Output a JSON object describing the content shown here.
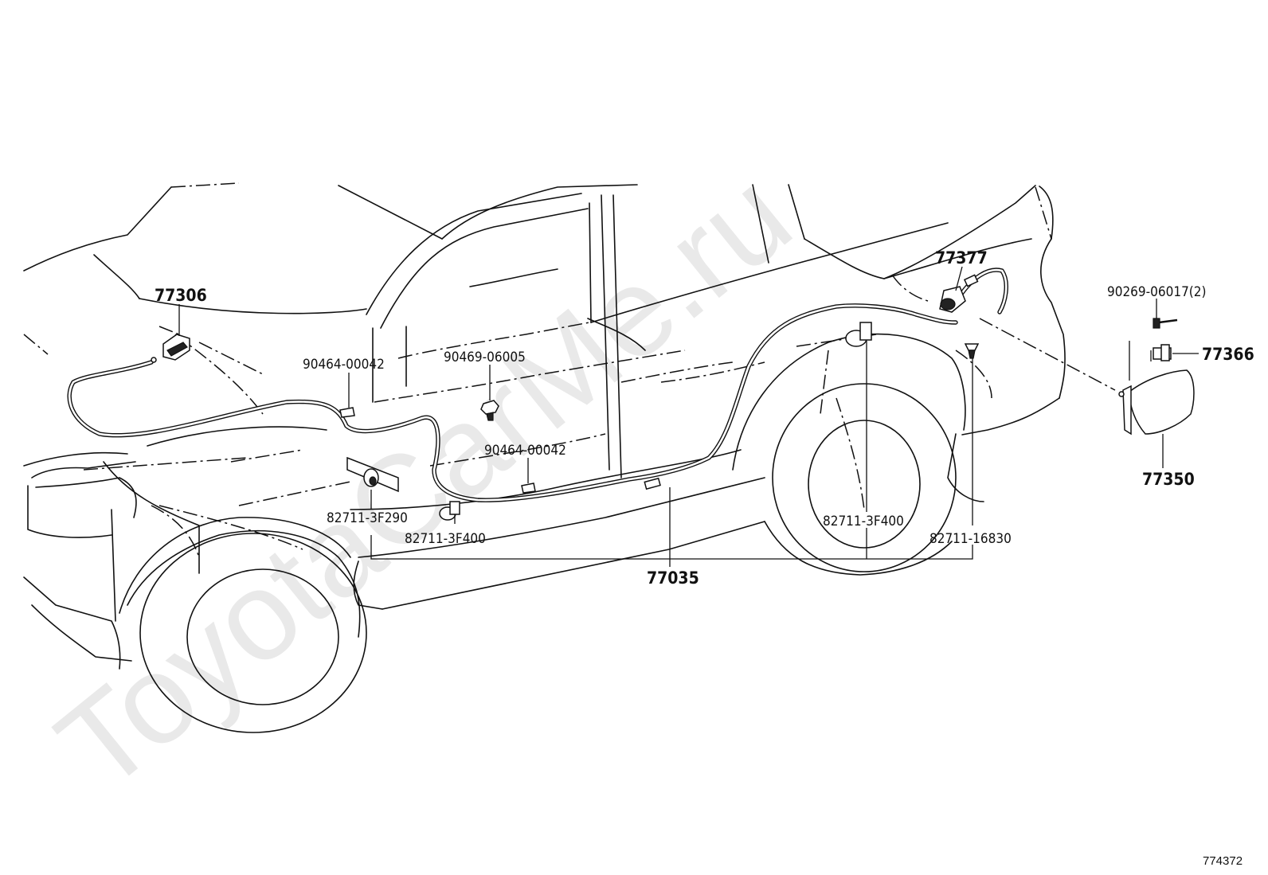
{
  "watermark": "ToyotaCarMe.ru",
  "diagram_number": "774372",
  "labels": {
    "p77306": "77306",
    "p77377": "77377",
    "p90269": "90269-06017(2)",
    "p77366": "77366",
    "p90464_a": "90464-00042",
    "p90469": "90469-06005",
    "p90464_b": "90464-00042",
    "p82711_3F290": "82711-3F290",
    "p82711_3F400_a": "82711-3F400",
    "p82711_3F400_b": "82711-3F400",
    "p82711_16830": "82711-16830",
    "p77350": "77350",
    "p77035": "77035"
  }
}
